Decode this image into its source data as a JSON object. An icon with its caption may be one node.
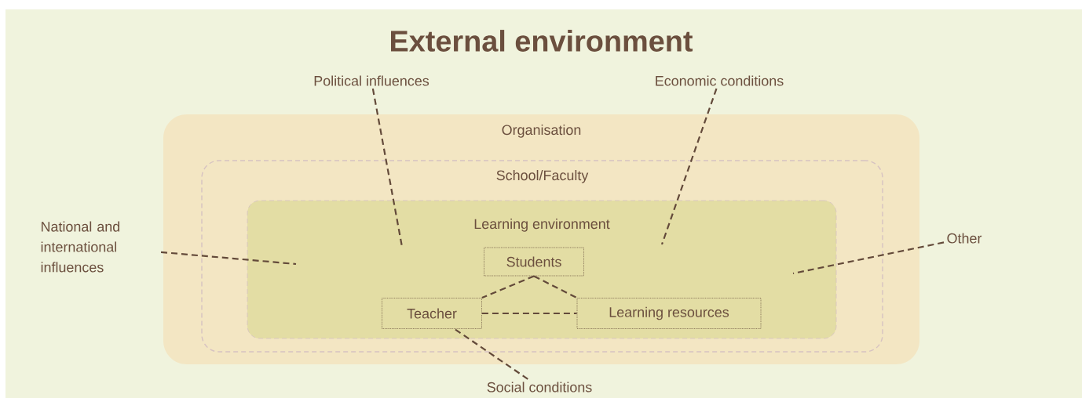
{
  "diagram": {
    "title": "External environment",
    "nodes": [
      {
        "text": [
          "Political influences"
        ]
      },
      {
        "text": [
          "Economic conditions"
        ]
      },
      {
        "text": [
          "Organisation"
        ]
      },
      {
        "text": [
          "School/Faculty"
        ],
        "in": 2
      },
      {
        "text": [
          "Learning environment"
        ],
        "in": 3
      },
      {
        "text": [
          "Students"
        ],
        "in": 4
      },
      {
        "text": [
          "Teacher"
        ],
        "in": 4
      },
      {
        "text": [
          "Learning resources"
        ],
        "in": 4
      },
      {
        "text": [
          "National and international influences"
        ]
      },
      {
        "text": [
          "Other"
        ]
      },
      {
        "text": [
          "Social conditions"
        ]
      }
    ],
    "edges": [
      {
        "from": 0,
        "to": null,
        "arrow": "none",
        "style": "dashed"
      },
      {
        "from": 1,
        "to": null,
        "arrow": "none",
        "style": "dashed"
      },
      {
        "from": 8,
        "to": null,
        "arrow": "none",
        "style": "dashed"
      },
      {
        "from": 9,
        "to": null,
        "arrow": "none",
        "style": "dashed"
      },
      {
        "from": 10,
        "to": 6,
        "arrow": "none",
        "style": "dashed"
      },
      {
        "from": 5,
        "to": 6,
        "arrow": "none",
        "style": "dashed"
      },
      {
        "from": 5,
        "to": 7,
        "arrow": "none",
        "style": "dashed"
      },
      {
        "from": 6,
        "to": 7,
        "arrow": "none",
        "style": "dashed"
      }
    ]
  }
}
